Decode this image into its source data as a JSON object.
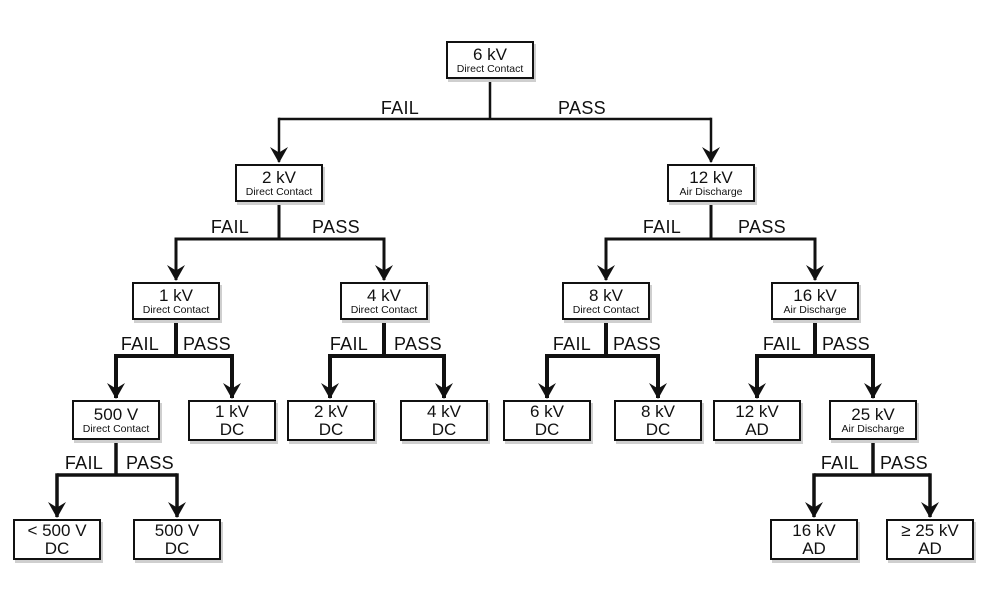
{
  "labels": {
    "fail": "FAIL",
    "pass": "PASS"
  },
  "nodes": {
    "root6kv": {
      "title": "6 kV",
      "subtitle": "Direct Contact"
    },
    "dc2kv": {
      "title": "2 kV",
      "subtitle": "Direct Contact"
    },
    "ad12kv": {
      "title": "12 kV",
      "subtitle": "Air Discharge"
    },
    "dc1kv": {
      "title": "1 kV",
      "subtitle": "Direct Contact"
    },
    "dc4kv": {
      "title": "4 kV",
      "subtitle": "Direct Contact"
    },
    "dc8kv": {
      "title": "8 kV",
      "subtitle": "Direct Contact"
    },
    "ad16kv": {
      "title": "16 kV",
      "subtitle": "Air Discharge"
    },
    "dc500v": {
      "title": "500 V",
      "subtitle": "Direct Contact"
    },
    "leaf1kvdc": {
      "title": "1 kV",
      "subtitle": "DC"
    },
    "leaf2kvdc": {
      "title": "2 kV",
      "subtitle": "DC"
    },
    "leaf4kvdc": {
      "title": "4 kV",
      "subtitle": "DC"
    },
    "leaf6kvdc": {
      "title": "6 kV",
      "subtitle": "DC"
    },
    "leaf8kvdc": {
      "title": "8 kV",
      "subtitle": "DC"
    },
    "leaf12kvad": {
      "title": "12 kV",
      "subtitle": "AD"
    },
    "ad25kv": {
      "title": "25 kV",
      "subtitle": "Air Discharge"
    },
    "leafLt500vdc": {
      "title": "< 500 V",
      "subtitle": "DC"
    },
    "leaf500vdc": {
      "title": "500 V",
      "subtitle": "DC"
    },
    "leaf16kvad": {
      "title": "16 kV",
      "subtitle": "AD"
    },
    "leafGe25kvad": {
      "title": "≥ 25 kV",
      "subtitle": "AD"
    }
  },
  "colors": {
    "line": "#111111",
    "box_border": "#111111",
    "box_background": "#ffffff",
    "page_background": "#ffffff",
    "text": "#111111",
    "box_shadow": "#cfcfcf"
  }
}
